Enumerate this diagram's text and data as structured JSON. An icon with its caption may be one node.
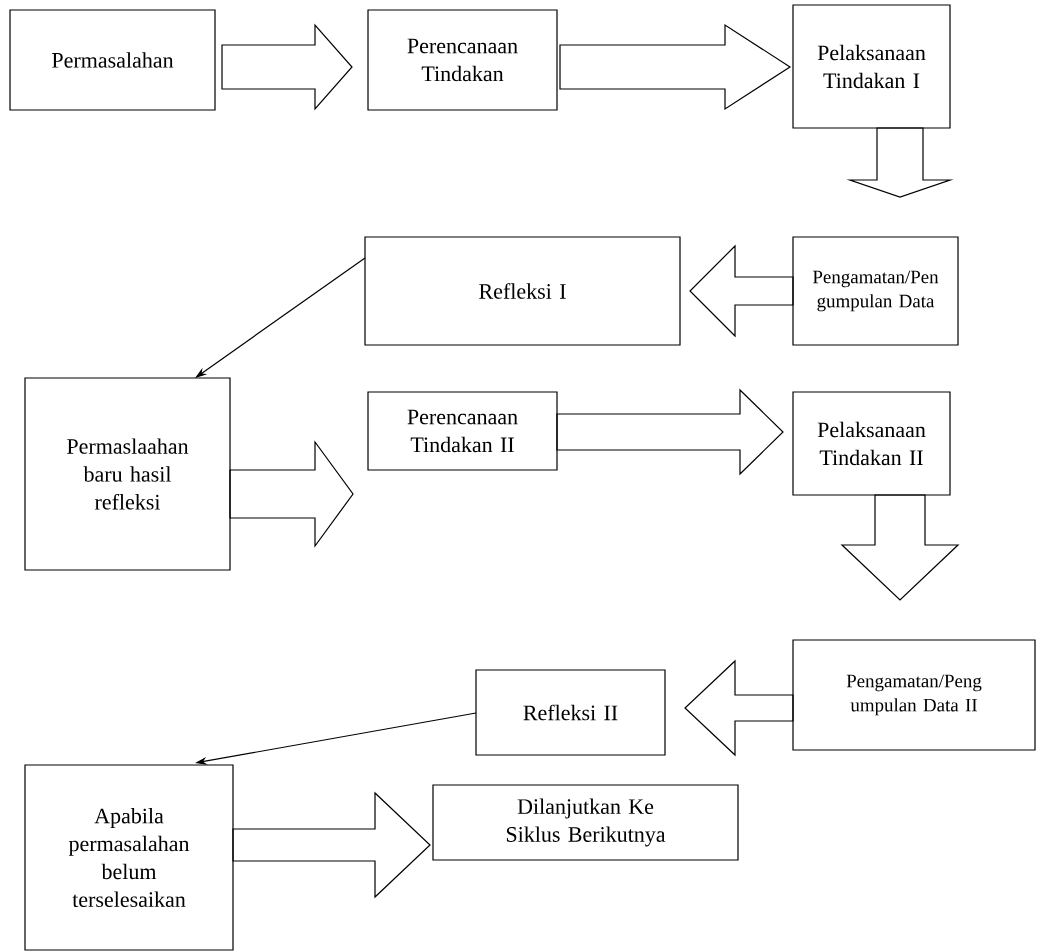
{
  "diagram": {
    "nodes": [
      {
        "text": [
          "Permasalahan"
        ]
      },
      {
        "text": [
          "Perencanaan Tindakan"
        ]
      },
      {
        "text": [
          "Pelaksanaan Tindakan I"
        ]
      },
      {
        "text": [
          "Refleksi I"
        ]
      },
      {
        "text": [
          "Pengamatan/Pen gumpulan Data"
        ]
      },
      {
        "text": [
          "Permaslaahan baru hasil refleksi"
        ]
      },
      {
        "text": [
          "Perencanaan Tindakan II"
        ]
      },
      {
        "text": [
          "Pelaksanaan Tindakan II"
        ]
      },
      {
        "text": [
          "Refleksi II"
        ]
      },
      {
        "text": [
          "Pengamatan/Peng umpulan Data II"
        ]
      },
      {
        "text": [
          "Apabila permasalahan belum terselesaikan"
        ]
      },
      {
        "text": [
          "Dilanjutkan Ke Siklus Berikutnya"
        ]
      }
    ],
    "edges": [
      {
        "from": 0,
        "to": 1,
        "arrow": "to",
        "style": "thick"
      },
      {
        "from": 1,
        "to": 2,
        "arrow": "to",
        "style": "thick"
      },
      {
        "from": 2,
        "to": 4,
        "arrow": "to",
        "style": "thick"
      },
      {
        "from": 4,
        "to": 3,
        "arrow": "to",
        "style": "thick"
      },
      {
        "from": 3,
        "to": 5,
        "arrow": "to"
      },
      {
        "from": 5,
        "to": 6,
        "arrow": "to",
        "style": "thick"
      },
      {
        "from": 6,
        "to": 7,
        "arrow": "to",
        "style": "thick"
      },
      {
        "from": 7,
        "to": 9,
        "arrow": "to",
        "style": "thick"
      },
      {
        "from": 9,
        "to": 8,
        "arrow": "to",
        "style": "thick"
      },
      {
        "from": 8,
        "to": 10,
        "arrow": "to"
      },
      {
        "from": 10,
        "to": 11,
        "arrow": "to",
        "style": "thick"
      }
    ]
  }
}
